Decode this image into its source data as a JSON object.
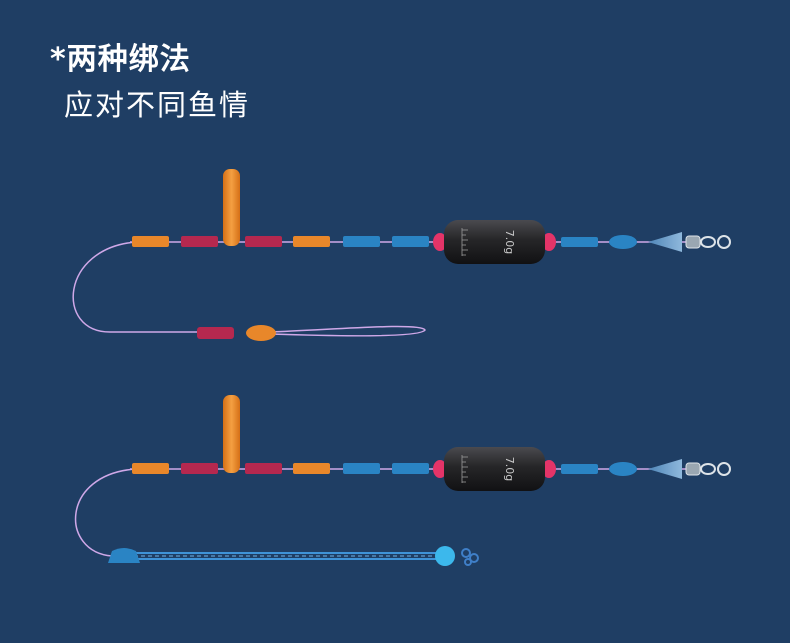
{
  "header": {
    "title": "*两种绑法",
    "subtitle": "应对不同鱼情"
  },
  "rig_top": {
    "weight_label": "7.0g"
  },
  "rig_bottom": {
    "weight_label": "7.0g"
  },
  "colors": {
    "background": "#1f3e64",
    "orange": "#e8872a",
    "magenta": "#b5284f",
    "blue": "#2a84c4",
    "line": "#cfa8e8",
    "sinker": "#2b2b2e",
    "sinker_cap": "#e43468"
  }
}
